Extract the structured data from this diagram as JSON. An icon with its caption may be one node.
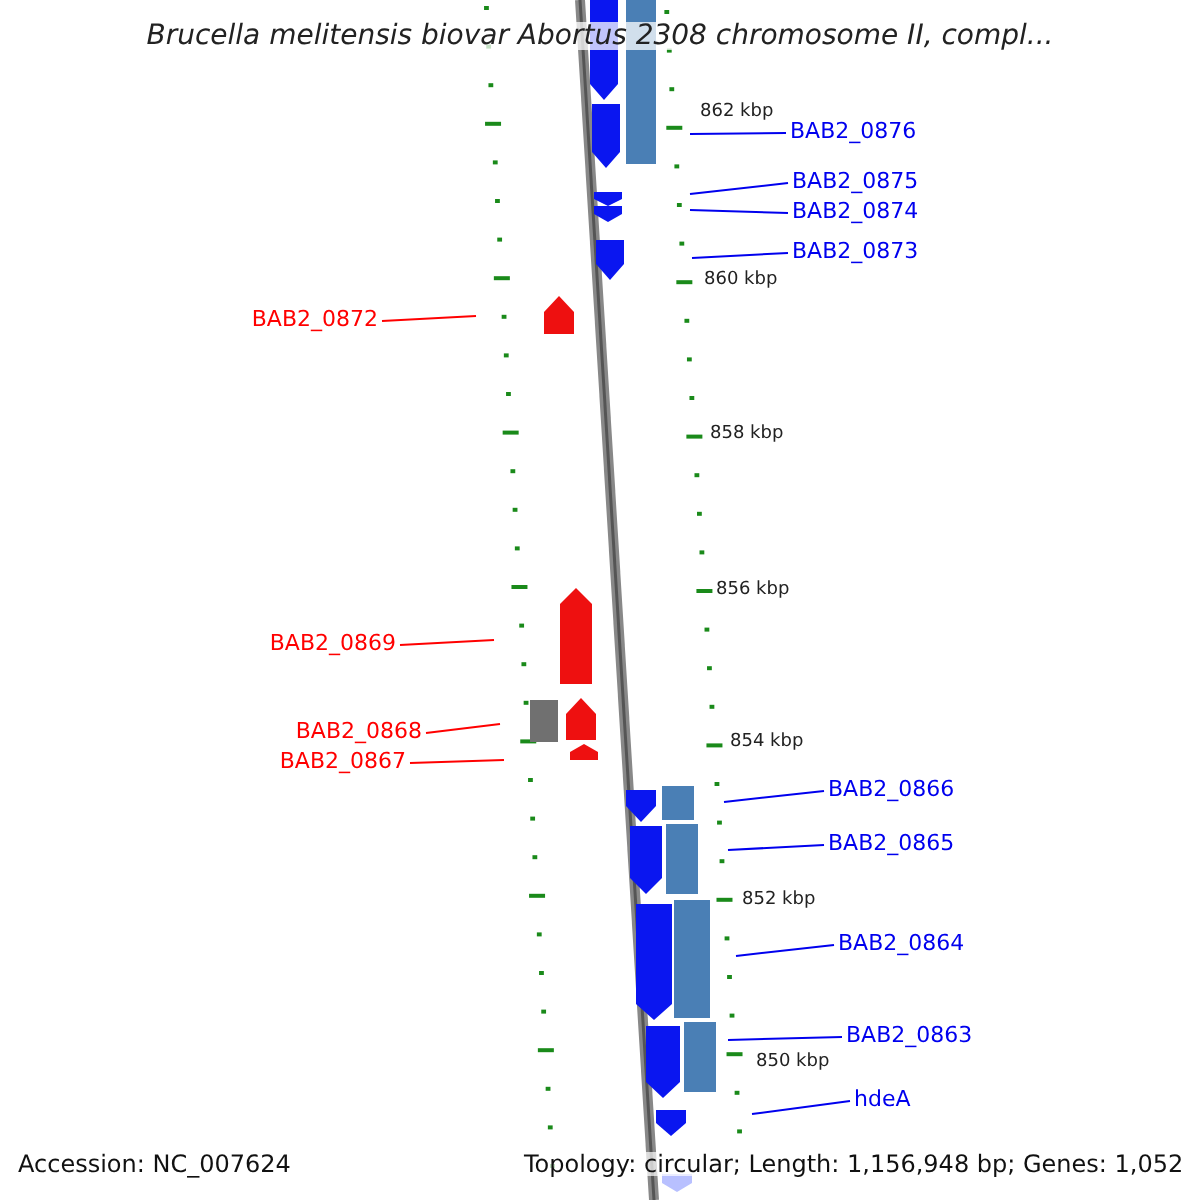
{
  "diagram": {
    "title": "Brucella melitensis biovar Abortus 2308 chromosome II, compl...",
    "nodes": [
      {
        "text": [
          "BAB2_0876"
        ]
      },
      {
        "text": [
          "BAB2_0875"
        ]
      },
      {
        "text": [
          "BAB2_0874"
        ]
      },
      {
        "text": [
          "BAB2_0873"
        ]
      },
      {
        "text": [
          "BAB2_0872"
        ]
      },
      {
        "text": [
          "BAB2_0869"
        ]
      },
      {
        "text": [
          "BAB2_0868"
        ]
      },
      {
        "text": [
          "BAB2_0867"
        ]
      },
      {
        "text": [
          "BAB2_0866"
        ]
      },
      {
        "text": [
          "BAB2_0865"
        ]
      },
      {
        "text": [
          "BAB2_0864"
        ]
      },
      {
        "text": [
          "BAB2_0863"
        ]
      },
      {
        "text": [
          "hdeA"
        ]
      }
    ],
    "edges": [
      {
        "from": 0,
        "to": null,
        "arrow": "none"
      },
      {
        "from": 1,
        "to": null,
        "arrow": "none"
      },
      {
        "from": 2,
        "to": null,
        "arrow": "none"
      },
      {
        "from": 3,
        "to": null,
        "arrow": "none"
      },
      {
        "from": 4,
        "to": null,
        "arrow": "none",
        "color": "#ff0000"
      },
      {
        "from": 5,
        "to": null,
        "arrow": "none",
        "color": "#ff0000"
      },
      {
        "from": 6,
        "to": null,
        "arrow": "none",
        "color": "#ff0000"
      },
      {
        "from": 7,
        "to": null,
        "arrow": "none",
        "color": "#ff0000"
      },
      {
        "from": 8,
        "to": null,
        "arrow": "none"
      },
      {
        "from": 9,
        "to": null,
        "arrow": "none"
      },
      {
        "from": 10,
        "to": null,
        "arrow": "none"
      },
      {
        "from": 11,
        "to": null,
        "arrow": "none"
      },
      {
        "from": 12,
        "to": null,
        "arrow": "none"
      }
    ],
    "labels": [
      "862 kbp",
      "860 kbp",
      "858 kbp",
      "856 kbp",
      "854 kbp",
      "852 kbp",
      "850 kbp",
      "Accession: NC_007624",
      "Topology: circular; Length: 1,156,948 bp; Genes: 1,052"
    ]
  }
}
